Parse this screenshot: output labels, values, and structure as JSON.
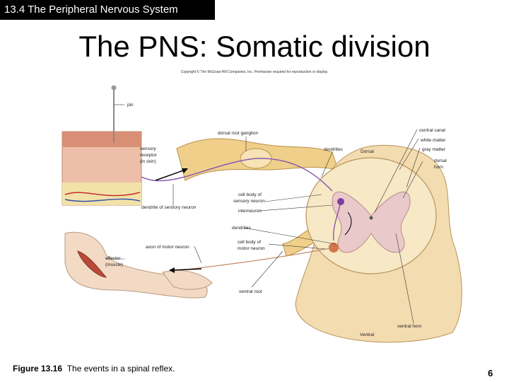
{
  "header": {
    "section": "13.4 The Peripheral Nervous System"
  },
  "title": "The PNS: Somatic division",
  "copyright": "Copyright © The McGraw-Hill Companies, Inc. Permission required for reproduction or display.",
  "labels": {
    "pin": "pin",
    "dorsal_root_ganglion": "dorsal root ganglion",
    "central_canal": "central canal",
    "white_matter": "white matter",
    "gray_matter": "gray matter",
    "dorsal": "Dorsal",
    "dorsal_horn_1": "dorsal",
    "dorsal_horn_2": "horn",
    "dendrites_top": "dendrites",
    "sensory_receptor_1": "sensory",
    "sensory_receptor_2": "receptor",
    "sensory_receptor_3": "(in skin)",
    "cell_body_sensory_1": "cell body of",
    "cell_body_sensory_2": "sensory neuron",
    "dendrite_sensory": "dendrite of sensory neuron",
    "interneuron": "interneuron",
    "dendrites_mid": "dendrites",
    "axon_motor": "axon of motor neuron",
    "cell_body_motor_1": "cell body of",
    "cell_body_motor_2": "motor neuron",
    "effector_1": "effector",
    "effector_2": "(muscle)",
    "ventral_root": "ventral root",
    "ventral_horn": "ventral horn",
    "ventral": "Ventral"
  },
  "caption": {
    "figure": "Figure 13.16",
    "text": "The events in a spinal reflex."
  },
  "page_number": "6"
}
